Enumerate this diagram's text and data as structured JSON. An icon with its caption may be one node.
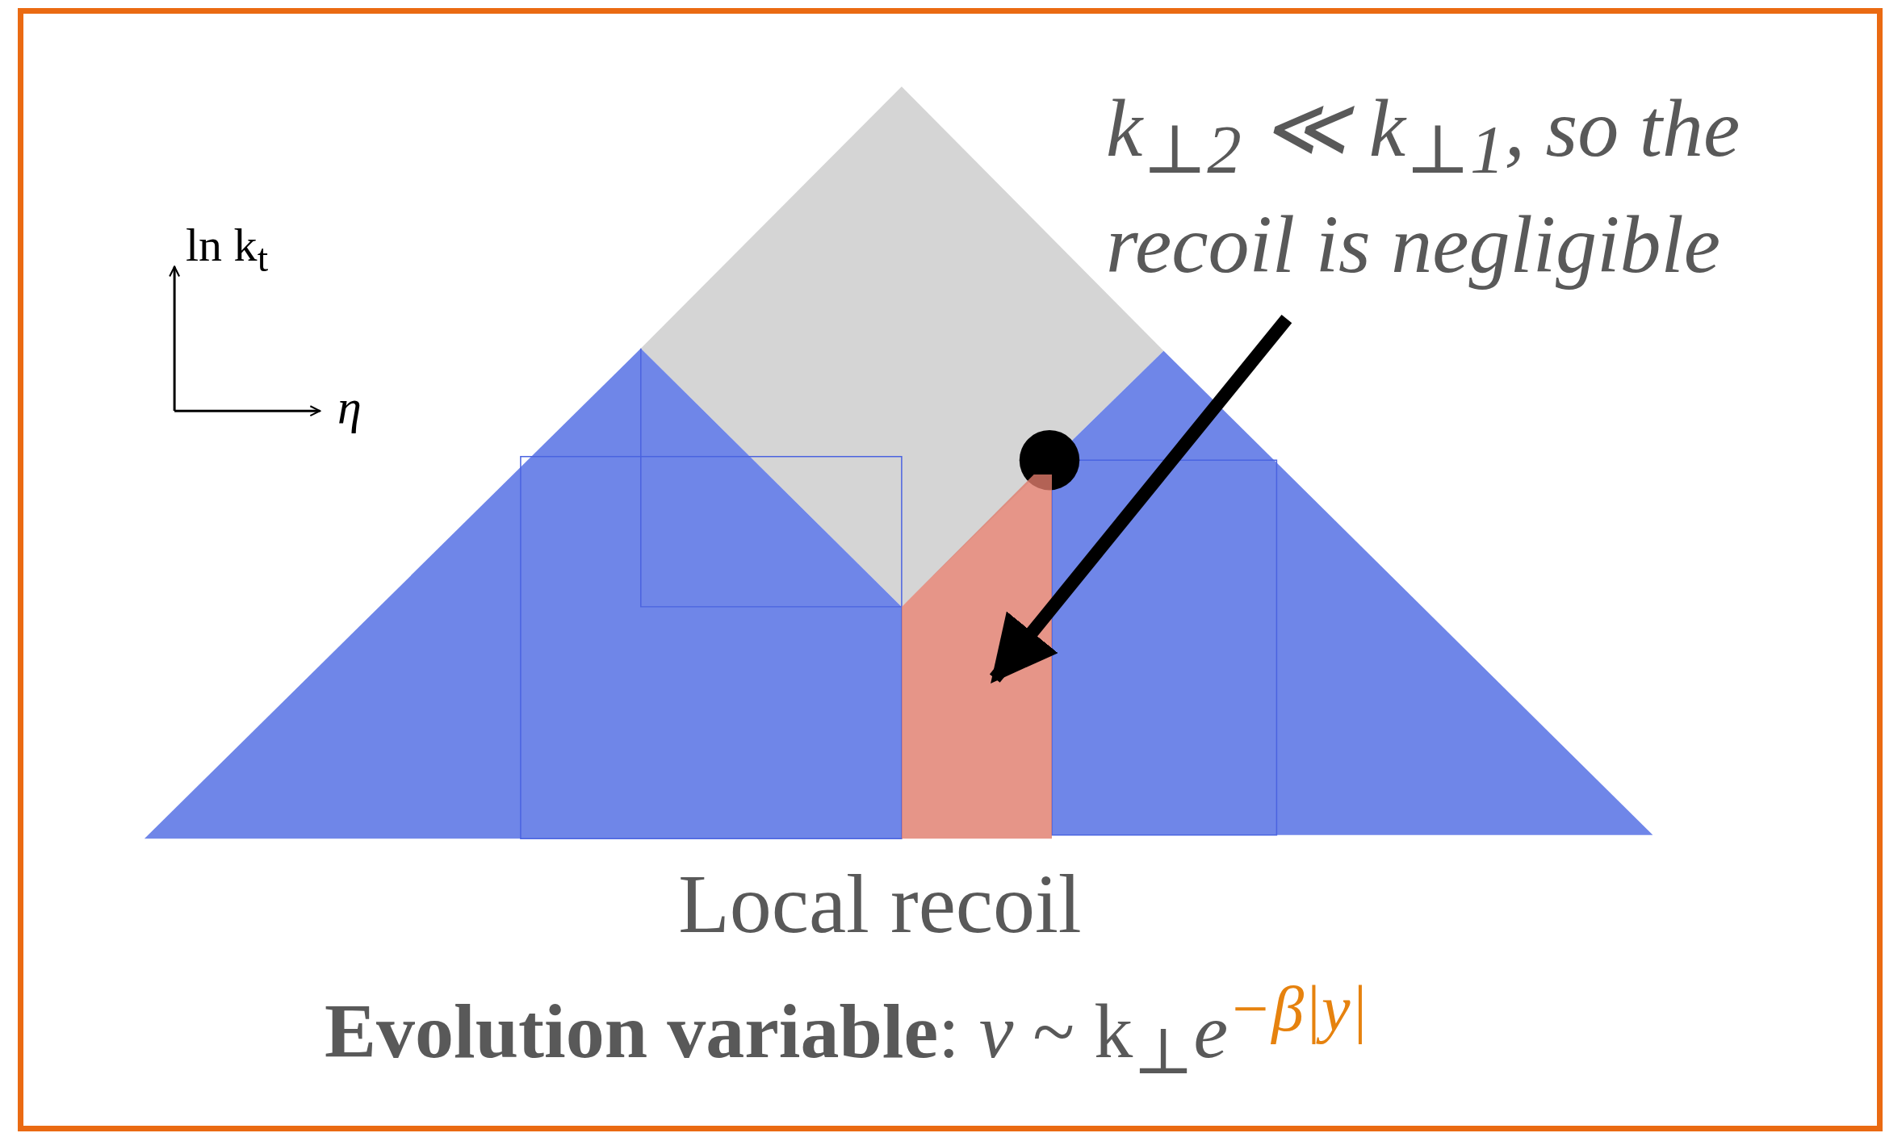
{
  "diagram": {
    "nodes": [
      {
        "text": [
          "k$_{⊥2}$ ≪ k$_{⊥1}$, so the recoil is negligible"
        ]
      },
      {
        "text": [],
        "shape": "box"
      }
    ],
    "edges": [
      {
        "from": 0,
        "to": 1,
        "arrow": "to"
      }
    ],
    "labels": [
      "ln k$_{t}$",
      "η",
      "Local recoil",
      "**Evolution variable**: *v* ~ k$_{⊥}$*e*$^{−β|y|}$"
    ]
  }
}
